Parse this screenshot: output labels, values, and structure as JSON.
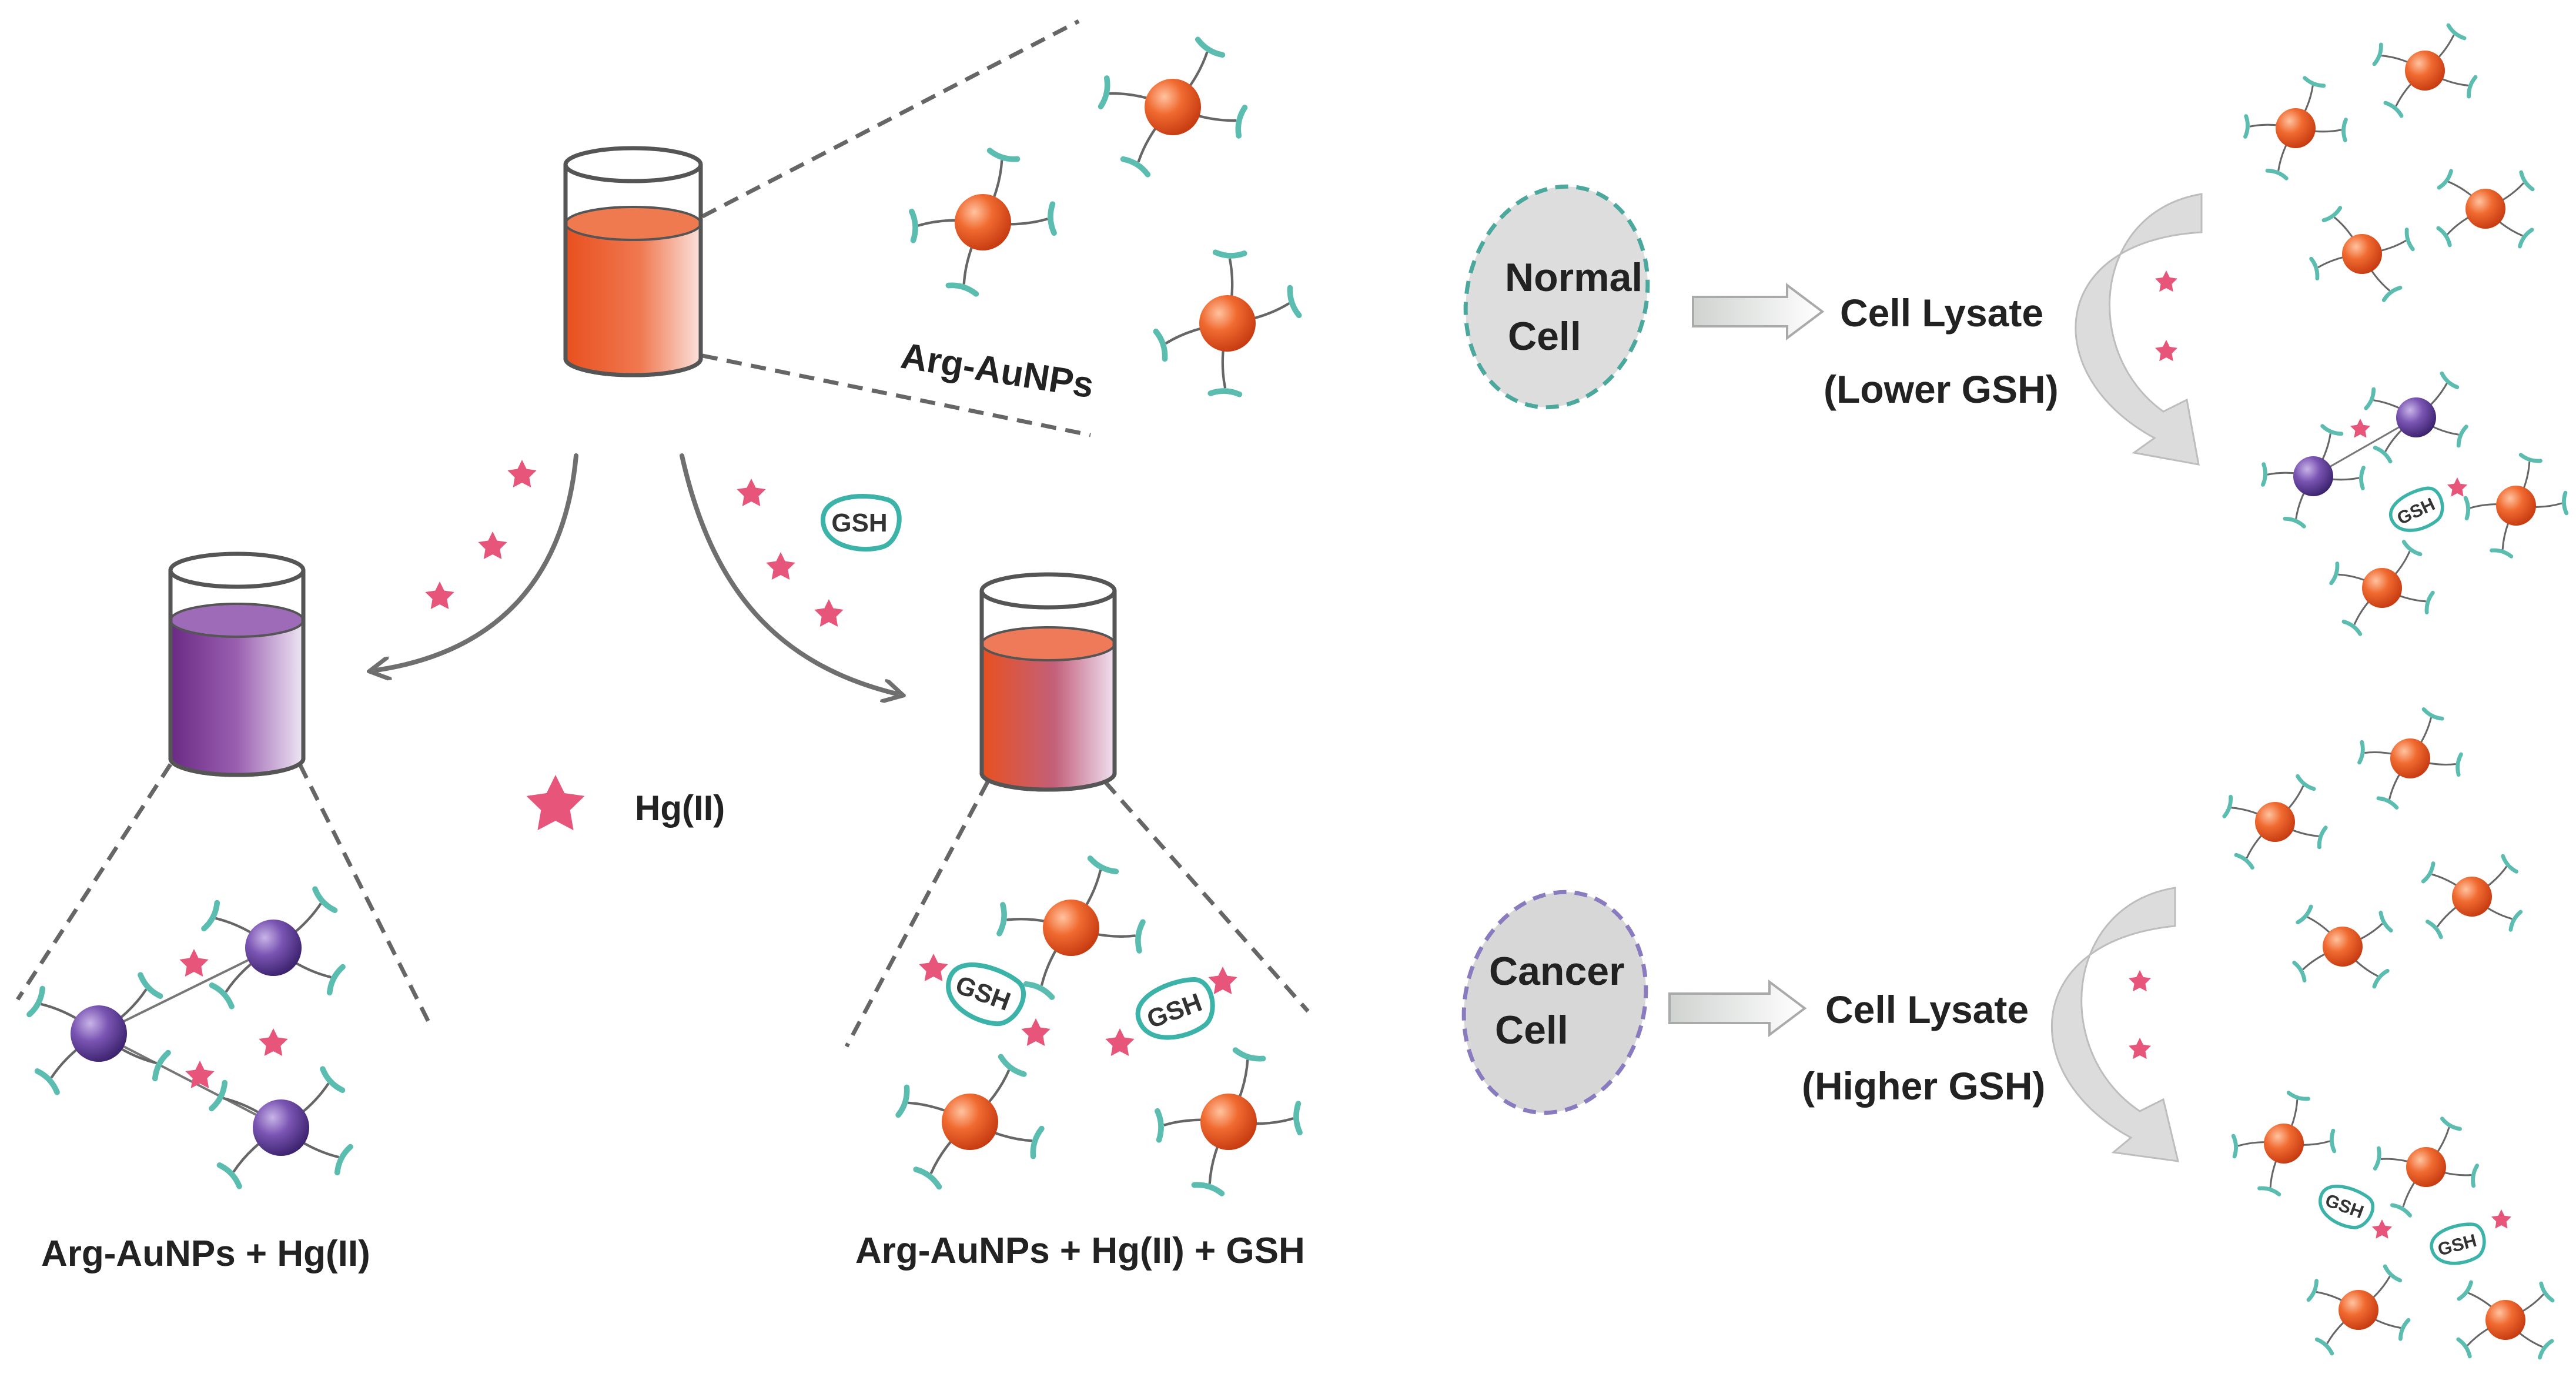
{
  "labels": {
    "arg_aunps": "Arg-AuNPs",
    "legend_hg": "Hg(II)",
    "aggregated": "Arg-AuNPs + Hg(II)",
    "dispersed": "Arg-AuNPs + Hg(II) + GSH",
    "normal_cell_line1": "Normal",
    "normal_cell_line2": "Cell",
    "cancer_cell_line1": "Cancer",
    "cancer_cell_line2": "Cell",
    "lysate_normal_line1": "Cell Lysate",
    "lysate_normal_line2": "(Lower GSH)",
    "lysate_cancer_line1": "Cell Lysate",
    "lysate_cancer_line2": "(Higher GSH)",
    "gsh": "GSH"
  },
  "colors": {
    "red_solution": "#e8501f",
    "purple_solution": "#7a2f8f",
    "red_particle": "#e8501f",
    "purple_particle": "#5b3a8e",
    "ligand": "#5bbcb0",
    "star": "#e8557a",
    "gsh_outline": "#3bb3a8",
    "cell_fill": "#dddddd",
    "normal_cell_border": "#4aa89c",
    "cancer_cell_border": "#8a7ac0",
    "arrow": "#777777"
  }
}
